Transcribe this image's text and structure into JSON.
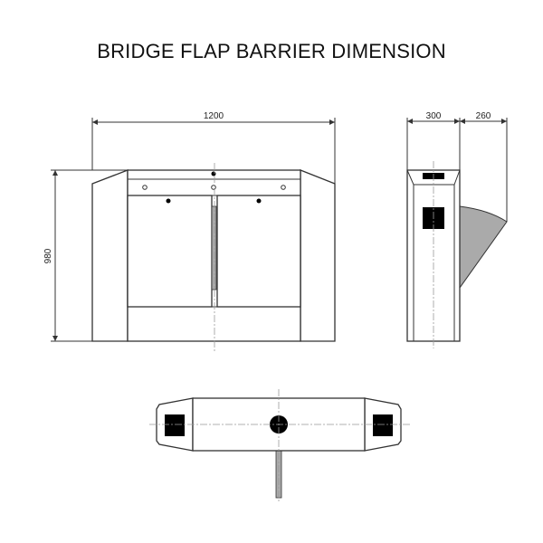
{
  "title": "BRIDGE FLAP BARRIER DIMENSION",
  "dimensions": {
    "width": "1200",
    "height": "980",
    "depth": "300",
    "flap_extension": "260"
  },
  "colors": {
    "line": "#333333",
    "flap": "#aaaaaa",
    "fill_black": "#000000"
  }
}
